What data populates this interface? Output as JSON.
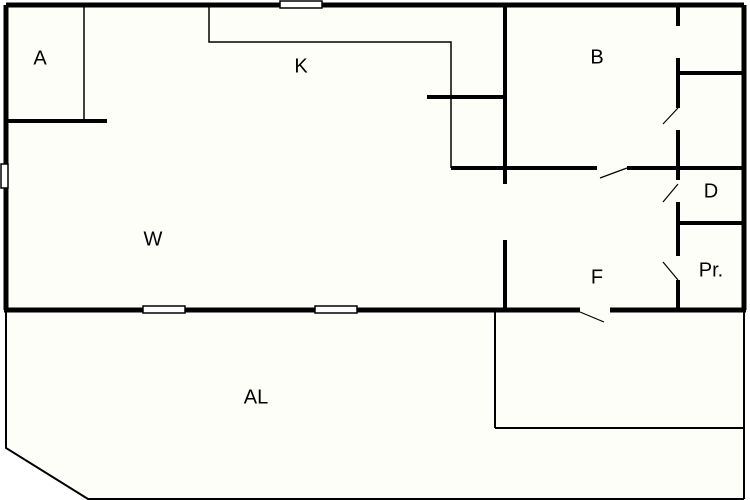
{
  "floorplan": {
    "colors": {
      "background": "#ffffff",
      "floor": "#fefef9",
      "wall": "#000000",
      "window": "#ffffff"
    },
    "rooms": [
      {
        "id": "a",
        "label": "A"
      },
      {
        "id": "k",
        "label": "K"
      },
      {
        "id": "b",
        "label": "B"
      },
      {
        "id": "w",
        "label": "W"
      },
      {
        "id": "d",
        "label": "D"
      },
      {
        "id": "pr",
        "label": "Pr."
      },
      {
        "id": "f",
        "label": "F"
      },
      {
        "id": "al",
        "label": "AL"
      }
    ]
  }
}
